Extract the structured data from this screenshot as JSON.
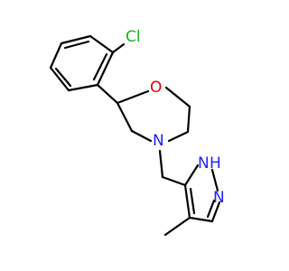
{
  "structure": {
    "atoms": {
      "chlorine": "Cl",
      "oxygen": "O",
      "morpholine_nitrogen": "N",
      "pyrazole_nh": "H",
      "pyrazole_n_adjacent": "N",
      "pyrazole_n": "N"
    },
    "label_colors": {
      "chlorine": "#1bb31b",
      "oxygen": "#e00000",
      "nitrogen": "#2020ff"
    }
  }
}
